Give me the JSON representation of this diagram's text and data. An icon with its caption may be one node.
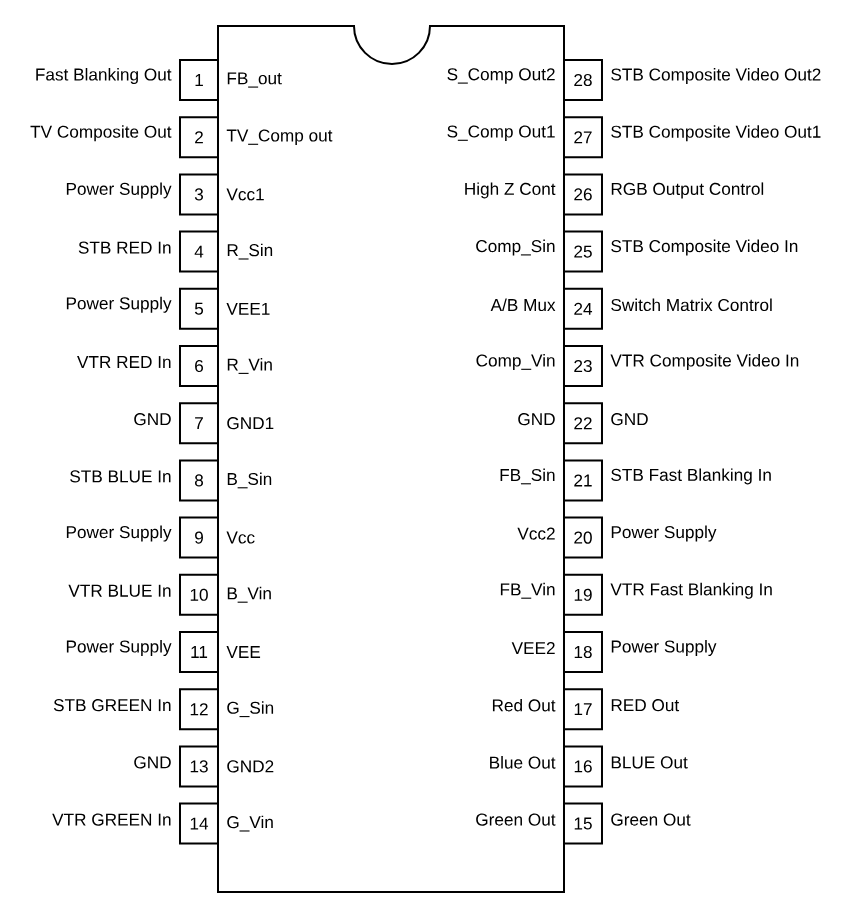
{
  "diagram": {
    "nodes": [
      {
        "text": [
          "1"
        ],
        "beside": [
          "Fast Blanking Out",
          "FB_out"
        ]
      },
      {
        "text": [
          "2"
        ],
        "beside": [
          "TV Composite Out",
          "TV_Comp out"
        ]
      },
      {
        "text": [
          "3"
        ],
        "beside": [
          "Power Supply",
          "Vcc1"
        ]
      },
      {
        "text": [
          "4"
        ],
        "beside": [
          "STB RED In",
          "R_Sin"
        ]
      },
      {
        "text": [
          "5"
        ],
        "beside": [
          "Power Supply",
          "VEE1"
        ]
      },
      {
        "text": [
          "6"
        ],
        "beside": [
          "VTR RED In",
          "R_Vin"
        ]
      },
      {
        "text": [
          "7"
        ],
        "beside": [
          "GND",
          "GND1"
        ]
      },
      {
        "text": [
          "8"
        ],
        "beside": [
          "STB BLUE In",
          "B_Sin"
        ]
      },
      {
        "text": [
          "9"
        ],
        "beside": [
          "Power Supply",
          "Vcc"
        ]
      },
      {
        "text": [
          "10"
        ],
        "beside": [
          "VTR BLUE In",
          "B_Vin"
        ]
      },
      {
        "text": [
          "11"
        ],
        "beside": [
          "Power Supply",
          "VEE"
        ]
      },
      {
        "text": [
          "12"
        ],
        "beside": [
          "STB GREEN In",
          "G_Sin"
        ]
      },
      {
        "text": [
          "13"
        ],
        "beside": [
          "GND",
          "GND2"
        ]
      },
      {
        "text": [
          "14"
        ],
        "beside": [
          "VTR GREEN In",
          "G_Vin"
        ]
      },
      {
        "text": [
          "15"
        ],
        "beside": [
          "Green Out",
          "Green Out"
        ]
      },
      {
        "text": [
          "16"
        ],
        "beside": [
          "BLUE Out",
          "Blue Out"
        ]
      },
      {
        "text": [
          "17"
        ],
        "beside": [
          "RED Out",
          "Red Out"
        ]
      },
      {
        "text": [
          "18"
        ],
        "beside": [
          "Power Supply",
          "VEE2"
        ]
      },
      {
        "text": [
          "19"
        ],
        "beside": [
          "VTR Fast Blanking In",
          "FB_Vin"
        ]
      },
      {
        "text": [
          "20"
        ],
        "beside": [
          "Power Supply",
          "Vcc2"
        ]
      },
      {
        "text": [
          "21"
        ],
        "beside": [
          "STB Fast Blanking In",
          "FB_Sin"
        ]
      },
      {
        "text": [
          "22"
        ],
        "beside": [
          "GND",
          "GND"
        ]
      },
      {
        "text": [
          "23"
        ],
        "beside": [
          "VTR Composite Video In",
          "Comp_Vin"
        ]
      },
      {
        "text": [
          "24"
        ],
        "beside": [
          "Switch Matrix Control",
          "A/B Mux"
        ]
      },
      {
        "text": [
          "25"
        ],
        "beside": [
          "STB Composite Video In",
          "Comp_Sin"
        ]
      },
      {
        "text": [
          "26"
        ],
        "beside": [
          "RGB Output Control",
          "High Z Cont"
        ]
      },
      {
        "text": [
          "27"
        ],
        "beside": [
          "STB Composite Video Out1",
          "S_Comp Out1"
        ]
      },
      {
        "text": [
          "28"
        ],
        "beside": [
          "STB Composite Video Out2",
          "S_Comp Out2"
        ]
      }
    ]
  }
}
